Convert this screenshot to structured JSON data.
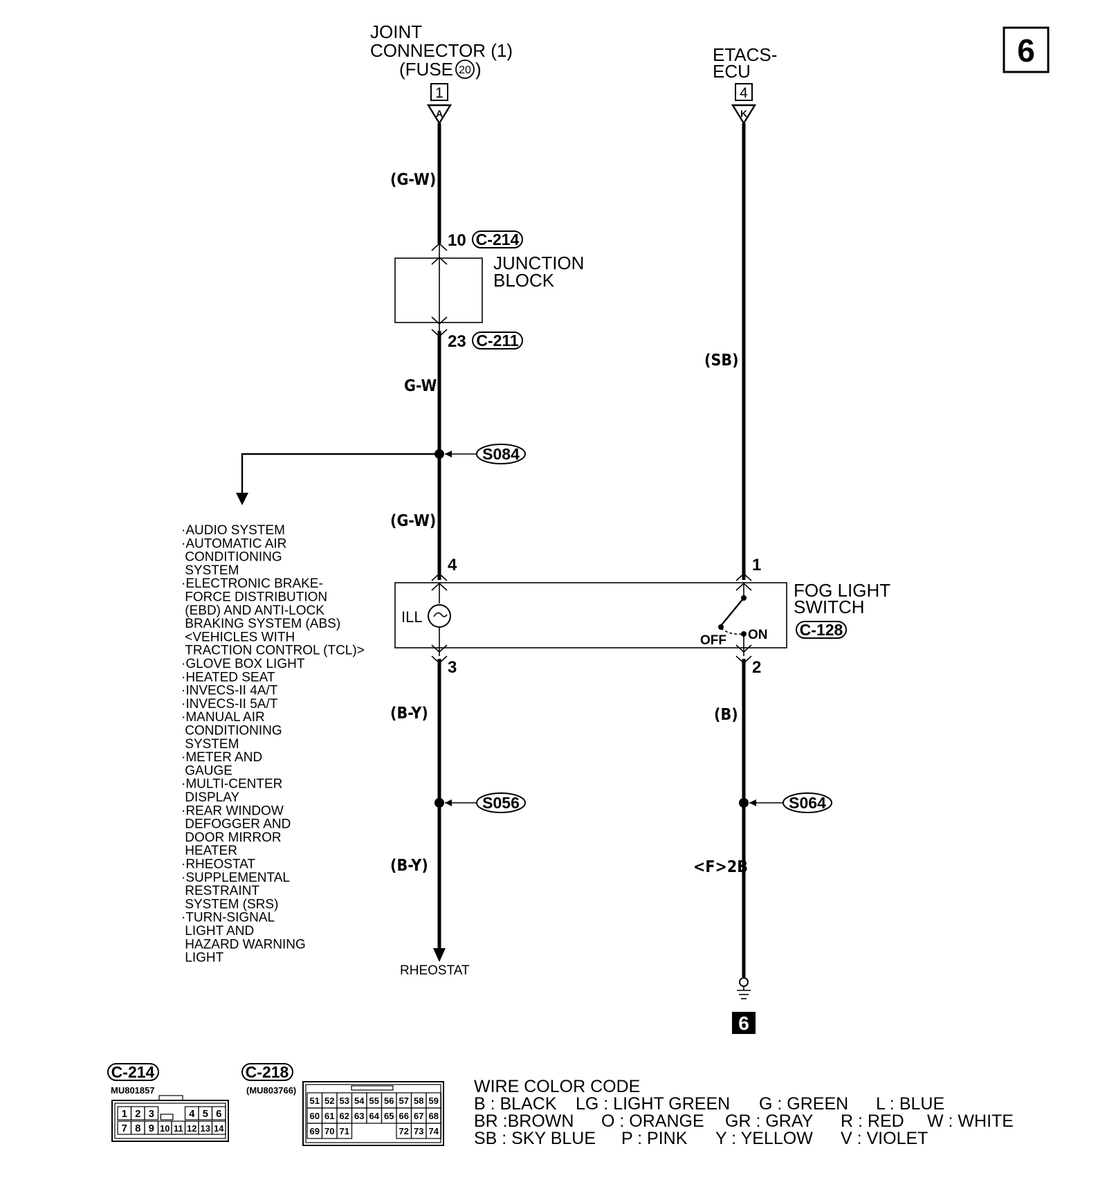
{
  "page_number": "6",
  "top_left_source": {
    "line1": "JOINT",
    "line2": "CONNECTOR (1)",
    "line3_pre": "(FUSE",
    "fuse_no": "20",
    "line3_post": ")",
    "pin_box": "1",
    "connector_letter": "A"
  },
  "top_right_source": {
    "line1": "ETACS-",
    "line2": "ECU",
    "pin_box": "4",
    "connector_letter": "K"
  },
  "wire_labels": {
    "left_top": "(G-W)",
    "left_mid": "G-W",
    "left_below_splice": "(G-W)",
    "left_below_switch": "(B-Y)",
    "left_bottom": "(B-Y)",
    "right_top": "(SB)",
    "right_below_switch": "(B)",
    "right_bottom": "<F>2B"
  },
  "junction_block": {
    "label1": "JUNCTION",
    "label2": "BLOCK",
    "pin_top": "10",
    "conn_top": "C-214",
    "pin_bottom": "23",
    "conn_bottom": "C-211"
  },
  "splices": {
    "top_left": "S084",
    "bottom_left": "S056",
    "bottom_right": "S064"
  },
  "fog_switch": {
    "label1": "FOG LIGHT",
    "label2": "SWITCH",
    "connector": "C-128",
    "ill": "ILL",
    "off": "OFF",
    "on": "ON",
    "pin_left_top": "4",
    "pin_right_top": "1",
    "pin_left_bottom": "3",
    "pin_right_bottom": "2"
  },
  "branch_list": [
    "·AUDIO SYSTEM",
    "·AUTOMATIC AIR",
    " CONDITIONING",
    " SYSTEM",
    "·ELECTRONIC BRAKE-",
    " FORCE DISTRIBUTION",
    " (EBD) AND ANTI-LOCK",
    " BRAKING SYSTEM (ABS)",
    " <VEHICLES WITH",
    " TRACTION CONTROL (TCL)>",
    "·GLOVE BOX LIGHT",
    "·HEATED SEAT",
    "·INVECS-II 4A/T",
    "·INVECS-II 5A/T",
    "·MANUAL AIR",
    " CONDITIONING",
    " SYSTEM",
    "·METER AND",
    " GAUGE",
    "·MULTI-CENTER",
    " DISPLAY",
    "·REAR WINDOW",
    " DEFOGGER AND",
    " DOOR MIRROR",
    " HEATER",
    "·RHEOSTAT",
    "·SUPPLEMENTAL",
    " RESTRAINT",
    " SYSTEM (SRS)",
    "·TURN-SIGNAL",
    " LIGHT AND",
    " HAZARD WARNING",
    " LIGHT"
  ],
  "rheostat_label": "RHEOSTAT",
  "ground_label": "6",
  "connector_c214": {
    "name": "C-214",
    "part": "MU801857",
    "row1": [
      "1",
      "2",
      "3",
      "",
      "4",
      "5",
      "6"
    ],
    "row2": [
      "7",
      "8",
      "9",
      "10",
      "11",
      "12",
      "13",
      "14"
    ]
  },
  "connector_c218": {
    "name": "C-218",
    "part": "(MU803766)",
    "row1": [
      "51",
      "52",
      "53",
      "54",
      "55",
      "56",
      "57",
      "58",
      "59"
    ],
    "row2": [
      "60",
      "61",
      "62",
      "63",
      "64",
      "65",
      "66",
      "67",
      "68"
    ],
    "row3": [
      "69",
      "70",
      "71",
      "",
      "",
      "",
      "72",
      "73",
      "74"
    ]
  },
  "wire_color_code": {
    "title": "WIRE COLOR CODE",
    "line1": [
      "B : BLACK",
      "LG : LIGHT GREEN",
      "G : GREEN",
      "L : BLUE"
    ],
    "line2": [
      "BR :BROWN",
      "O : ORANGE",
      "GR : GRAY",
      "R : RED",
      "W : WHITE"
    ],
    "line3": [
      "SB : SKY BLUE",
      "P : PINK",
      "Y : YELLOW",
      "V : VIOLET"
    ]
  }
}
